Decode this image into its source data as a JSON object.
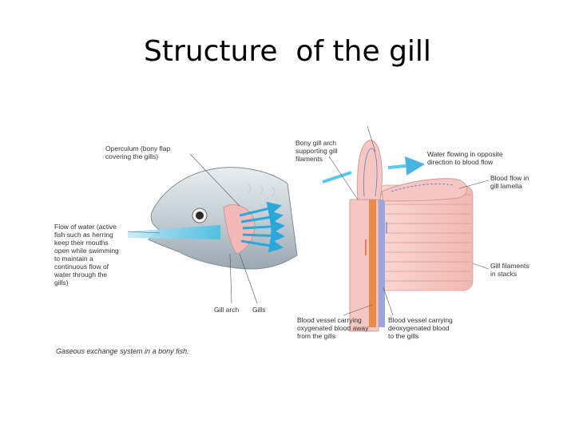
{
  "title": "Structure  of the gill",
  "caption": "Gaseous exchange system in a bony fish.",
  "labels": {
    "operculum": [
      "Operculum (bony flap",
      "covering the gills)"
    ],
    "flow_of_water": [
      "Flow of water (active",
      "fish such as herring",
      "keep their mouths",
      "open while swimming",
      "to maintain a",
      "continuous flow of",
      "water through the",
      "gills)"
    ],
    "gill_arch": "Gill arch",
    "gills": "Gills",
    "bony_gill_arch": [
      "Bony gill arch",
      "supporting gill",
      "filaments"
    ],
    "water_opposite": [
      "Water flowing in opposite",
      "direction to blood flow"
    ],
    "blood_lamella": [
      "Blood flow in",
      "gill lamella"
    ],
    "filaments_stacks": [
      "Gill filaments",
      "in stacks"
    ],
    "oxygenated_vessel": [
      "Blood vessel carrying",
      "oxygenated blood away",
      "from the gills"
    ],
    "deoxygenated_vessel": [
      "Blood vessel carrying",
      "deoxygenated blood",
      "to the gills"
    ]
  },
  "colors": {
    "water_arrow": "#3fc0e8",
    "fish_body": "#c9d3d8",
    "gill_pink": "#f3b8b8",
    "oxygenated": "#e24a2a",
    "deoxygenated": "#6a78c8",
    "filament": "#f6c6c2"
  }
}
